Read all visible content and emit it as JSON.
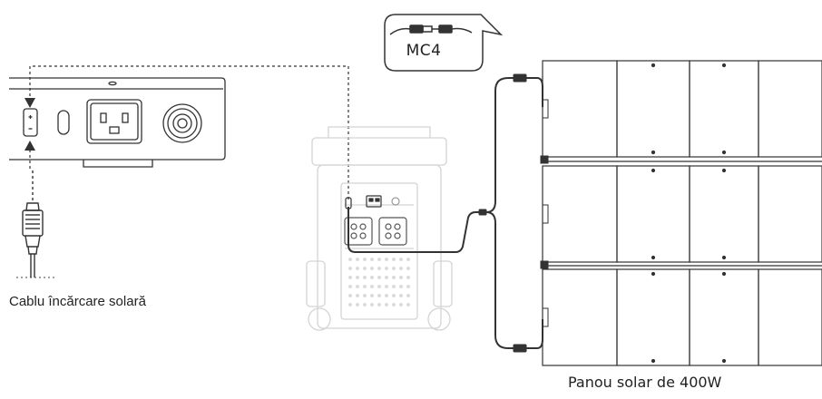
{
  "labels": {
    "mc4": "MC4",
    "solar_cable": "Cablu încărcare solară",
    "solar_panel": "Panou solar de 400W"
  },
  "colors": {
    "line": "#333333",
    "faint": "#d4d4d4",
    "text": "#222222"
  }
}
